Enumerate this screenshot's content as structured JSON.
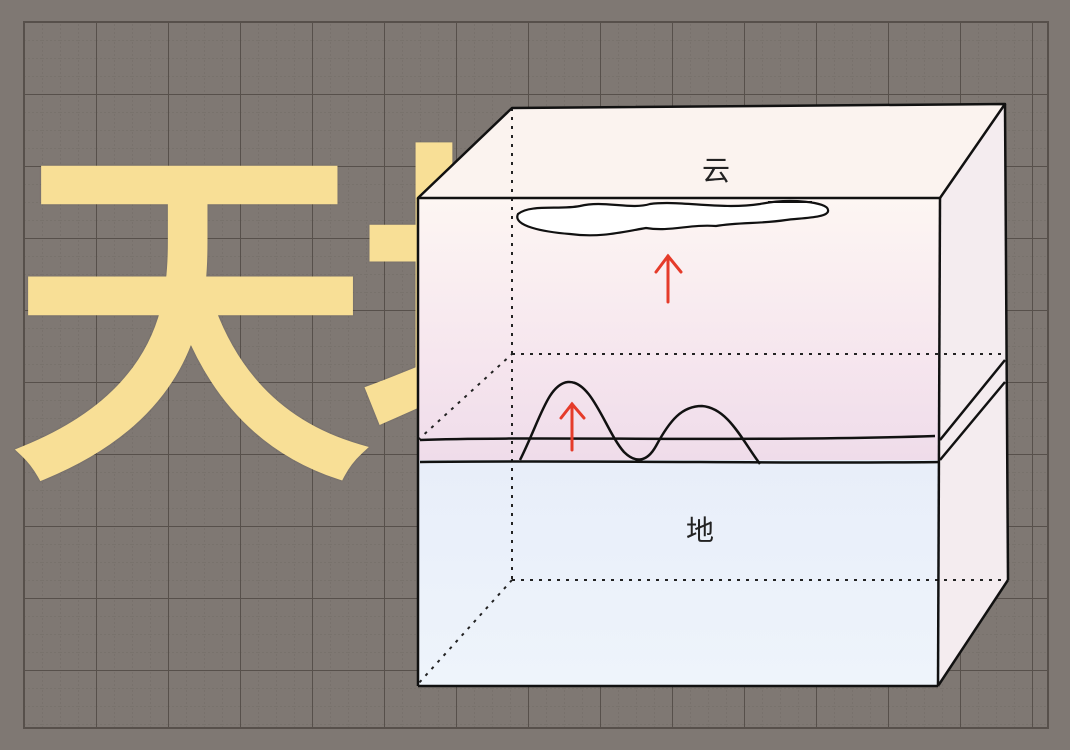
{
  "title_chars": [
    "天",
    "地"
  ],
  "labels": {
    "cloud": "云",
    "ground": "地"
  },
  "colors": {
    "background": "#7f7873",
    "grid_line": "#5e5752",
    "title_text": "#f8df96",
    "arrow": "#e53b2a",
    "sky_fill": "#f7e9f2",
    "ground_fill": "#e6f0fa"
  }
}
